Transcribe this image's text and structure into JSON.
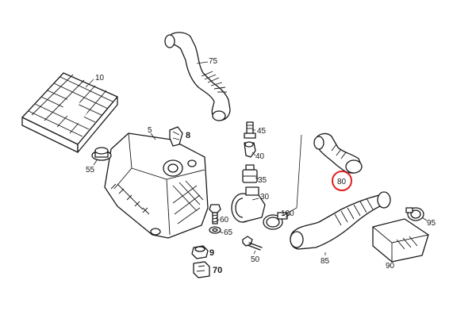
{
  "diagram": {
    "highlight_color": "#e02020",
    "callouts": {
      "c10": "10",
      "c75": "75",
      "c5": "5",
      "c8": "8",
      "c45": "45",
      "c40": "40",
      "c35": "35",
      "c30": "30",
      "c55": "55",
      "c60": "60",
      "c65": "65",
      "c9": "9",
      "c70": "70",
      "c50": "50",
      "c100": "100",
      "c80": "80",
      "c85": "85",
      "c90": "90",
      "c95": "95"
    }
  }
}
